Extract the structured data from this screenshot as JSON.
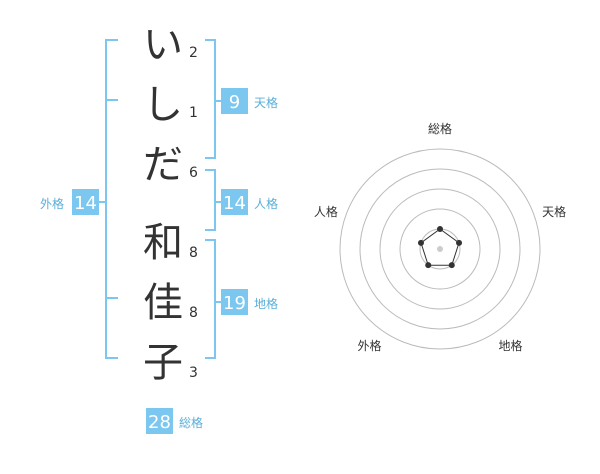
{
  "name": {
    "chars": [
      {
        "char": "い",
        "strokes": "2"
      },
      {
        "char": "し",
        "strokes": "1"
      },
      {
        "char": "だ",
        "strokes": "6"
      },
      {
        "char": "和",
        "strokes": "8"
      },
      {
        "char": "佳",
        "strokes": "8"
      },
      {
        "char": "子",
        "strokes": "3"
      }
    ]
  },
  "fortune": {
    "tenkaku": {
      "value": "9",
      "label": "天格"
    },
    "jinkaku": {
      "value": "14",
      "label": "人格"
    },
    "chikaku": {
      "value": "19",
      "label": "地格"
    },
    "gaikaku": {
      "value": "14",
      "label": "外格"
    },
    "soukaku": {
      "value": "28",
      "label": "総格"
    }
  },
  "radar": {
    "axes": [
      "総格",
      "天格",
      "地格",
      "外格",
      "人格"
    ],
    "values": [
      1,
      1,
      1,
      1,
      1
    ],
    "max": 5
  },
  "colors": {
    "badge": "#7cc7f0",
    "bracket": "#7cc7f0",
    "label": "#5aaed8",
    "ring": "#bbbbbb",
    "plot": "#333333"
  }
}
